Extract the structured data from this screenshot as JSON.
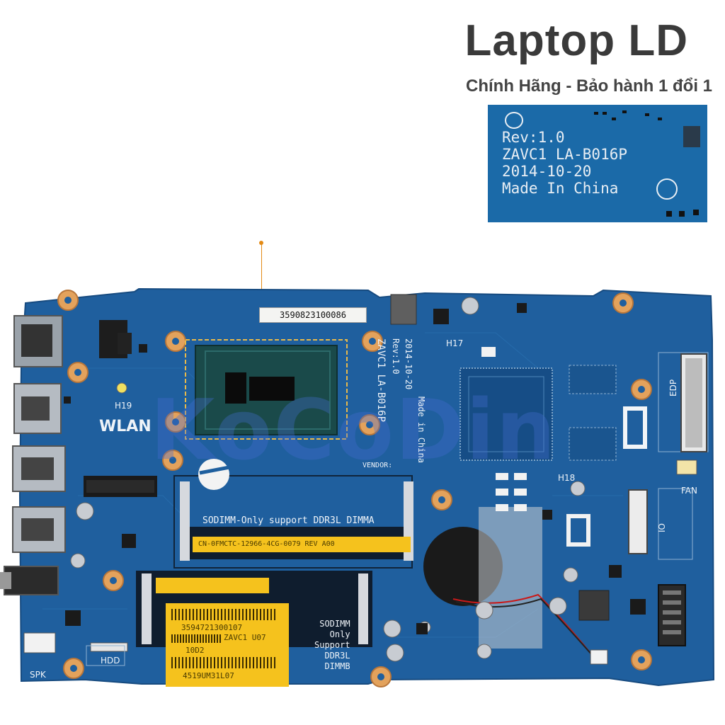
{
  "header": {
    "title": "Laptop LD",
    "subtitle": "Chính Hãng - Bảo hành 1 đổi 1"
  },
  "inset": {
    "line1": "Rev:1.0",
    "line2": "ZAVC1 LA-B016P",
    "line3": "2014-10-20",
    "line4": "Made In China"
  },
  "board": {
    "serial_label": "3590823100086",
    "h17": "H17",
    "h18": "H18",
    "h19": "H19",
    "wlan": "WLAN",
    "edp": "EDP",
    "fan": "FAN",
    "io": "IO",
    "spk": "SPK",
    "hdd": "HDD",
    "silk_board": "ZAVC1 LA-B016P",
    "silk_rev": "Rev:1.0",
    "silk_date": "2014-10-20",
    "silk_made": "Made in China",
    "dimma_text": "SODIMM-Only support DDR3L DIMMA",
    "dimmb_line1": "SODIMM",
    "dimmb_line2": "Only",
    "dimmb_line3": "Support",
    "dimmb_line4": "DDR3L",
    "dimmb_line5": "DIMMB",
    "sticker_a": "CN-0FMCTC-12966-4CG-0079     REV A00",
    "sticker_b1": "3594721300107",
    "sticker_b2": "ZAVC1 U07",
    "sticker_b3": "10D2",
    "sticker_b4": "4519UM31L07",
    "vendor": "VENDOR:"
  },
  "watermark": "KoCoDin",
  "colors": {
    "pcb": "#1f5f9e",
    "pcb_dark": "#174b80",
    "sticker": "#f5c21d",
    "pad": "#e3a25c",
    "metal": "#b9bec4"
  }
}
